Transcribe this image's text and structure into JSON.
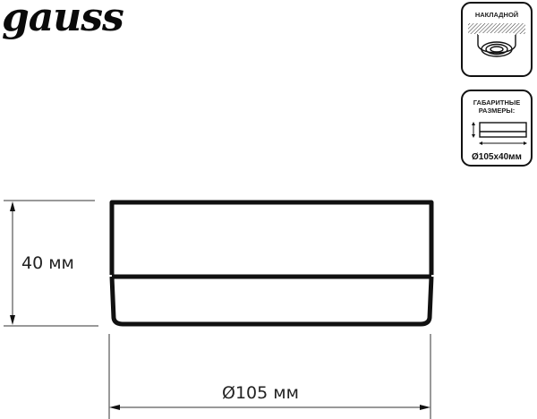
{
  "brand": {
    "logo_text": "gauss"
  },
  "badges": {
    "mount": {
      "title": "НАКЛАДНОЙ",
      "icon": "surface-mount-ceiling-icon"
    },
    "dimensions": {
      "title_line1": "ГАБАРИТНЫЕ",
      "title_line2": "РАЗМЕРЫ:",
      "value": "Ø105x40мм",
      "icon": "dimension-box-icon"
    }
  },
  "drawing": {
    "height_label": "40 мм",
    "width_label": "Ø105 мм",
    "height_mm": 40,
    "diameter_mm": 105,
    "line_color": "#111111",
    "dim_line_color": "#333333"
  }
}
